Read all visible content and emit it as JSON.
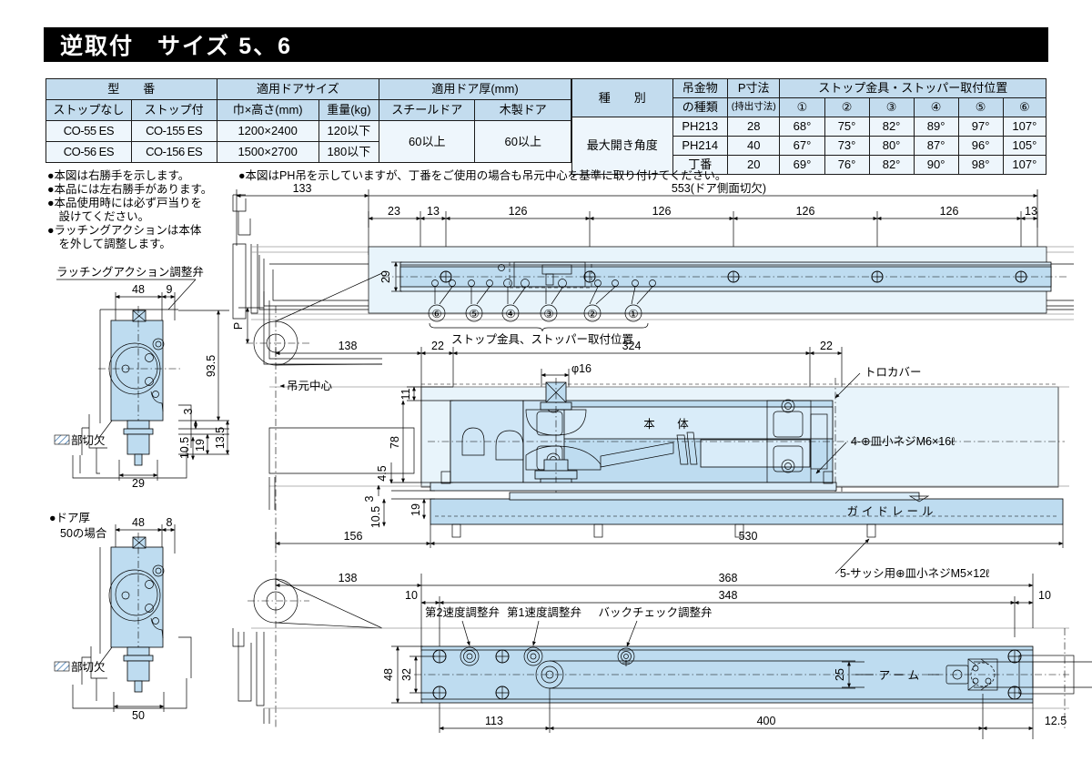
{
  "header": {
    "title_left": "逆取付",
    "title_right": "サイズ 5、6"
  },
  "table_left": {
    "group_headers": [
      "型　　番",
      "適用ドアサイズ",
      "適用ドア厚(mm)"
    ],
    "sub_headers": [
      "ストップなし",
      "ストップ付",
      "巾×高さ(mm)",
      "重量(kg)",
      "スチールドア",
      "木製ドア"
    ],
    "rows": [
      {
        "no_stop": "CO-55 ES",
        "with_stop": "CO-155 ES",
        "size": "1200×2400",
        "weight": "120以下"
      },
      {
        "no_stop": "CO-56 ES",
        "with_stop": "CO-156 ES",
        "size": "1500×2700",
        "weight": "180以下"
      }
    ],
    "steel_door": "60以上",
    "wood_door": "60以上"
  },
  "table_right": {
    "col_type": "種　　別",
    "col_hardware": "吊金物\nの種類",
    "col_p": "P寸法\n(持出寸法)",
    "col_p_l1": "P寸法",
    "col_p_l2": "(持出寸法)",
    "col_hw_l1": "吊金物",
    "col_hw_l2": "の種類",
    "group_stop": "ストップ金具・ストッパー取付位置",
    "positions": [
      "①",
      "②",
      "③",
      "④",
      "⑤",
      "⑥"
    ],
    "row_label": "最大開き角度",
    "rows": [
      {
        "hardware": "PH213",
        "p": "28",
        "angles": [
          "68°",
          "75°",
          "82°",
          "89°",
          "97°",
          "107°"
        ]
      },
      {
        "hardware": "PH214",
        "p": "40",
        "angles": [
          "67°",
          "73°",
          "80°",
          "87°",
          "96°",
          "105°"
        ]
      },
      {
        "hardware": "丁番",
        "p": "20",
        "angles": [
          "69°",
          "76°",
          "82°",
          "90°",
          "98°",
          "107°"
        ]
      }
    ]
  },
  "notes_left": [
    "●本図は右勝手を示します。",
    "●本品には左右勝手があります。",
    "●本品使用時には必ず戸当りを",
    "　設けてください。",
    "●ラッチングアクションは本体",
    "　を外して調整します。"
  ],
  "note_top": "●本図はPH吊を示していますが、丁番をご使用の場合も吊元中心を基準に取り付けてください。",
  "detail_top": {
    "caption": "ラッチングアクション調整弁",
    "dim_48": "48",
    "dim_9": "9",
    "dim_93_5": "93.5",
    "dim_13_5": "13.5",
    "dim_3": "3",
    "dim_19": "19",
    "dim_10_5": "10.5",
    "dim_29": "29",
    "cut_label": "部切欠"
  },
  "detail_bottom": {
    "caption_l1": "●ドア厚",
    "caption_l2": "50の場合",
    "dim_48": "48",
    "dim_8": "8",
    "dim_50": "50",
    "cut_label": "部切欠"
  },
  "view_top": {
    "dim_133": "133",
    "dim_553": "553(ドア側面切欠)",
    "dim_23": "23",
    "dim_13a": "13",
    "dim_126": [
      "126",
      "126",
      "126",
      "126"
    ],
    "dim_13b": "13",
    "dim_29": "29",
    "markers": [
      "①",
      "②",
      "③",
      "④",
      "⑤",
      "⑥"
    ],
    "caption": "ストップ金具、ストッパー取付位置",
    "dim_P": "P"
  },
  "view_mid": {
    "dim_138": "138",
    "dim_22a": "22",
    "dim_324": "324",
    "dim_22b": "22",
    "dim_phi16": "φ16",
    "dim_11": "11",
    "dim_78": "78",
    "dim_4_5": "4.5",
    "dim_3": "3",
    "dim_10_5": "10.5",
    "dim_19": "19",
    "dim_156": "156",
    "dim_530": "530",
    "label_center": "吊元中心",
    "label_body": "本　体",
    "label_cover": "トロカバー",
    "label_rail": "ガイドレール",
    "label_screw_m6": "4-⊕皿小ネジM6×16ℓ",
    "label_screw_m5": "5-サッシ用⊕皿小ネジM5×12ℓ"
  },
  "view_bottom": {
    "dim_138": "138",
    "dim_368": "368",
    "dim_348": "348",
    "dim_10a": "10",
    "dim_10b": "10",
    "dim_48": "48",
    "dim_32": "32",
    "dim_25": "25",
    "dim_113": "113",
    "dim_400": "400",
    "dim_12_5": "12.5",
    "label_valve2": "第2速度調整弁",
    "label_valve1": "第1速度調整弁",
    "label_backcheck": "バックチェック調整弁",
    "label_arm": "アーム"
  },
  "colors": {
    "table_header": "#c3dcee",
    "table_cell": "#eef6fc",
    "part_fill": "#bedcf0",
    "title_bar": "#000000"
  }
}
